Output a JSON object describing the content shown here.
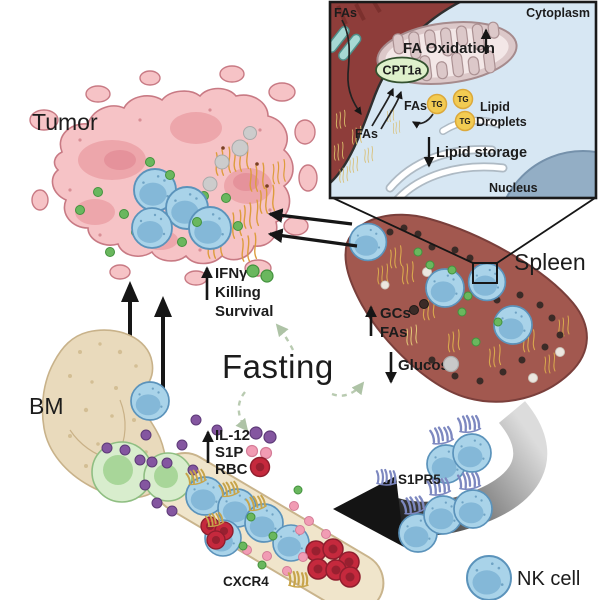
{
  "inset": {
    "fas_membrane": "FAs",
    "cytoplasm_label": "Cytoplasm",
    "fa_oxidation_label": "FA Oxidation",
    "cpt1a_label": "CPT1a",
    "fas_inner_label": "FAs",
    "fas_pool_label": "FAs",
    "tg_label": "TG",
    "lipid_droplets_line1": "Lipid",
    "lipid_droplets_line2": "Droplets",
    "lipid_storage_label": "Lipid storage",
    "nucleus_label": "Nucleus"
  },
  "organs": {
    "tumor_label": "Tumor",
    "spleen_label": "Spleen",
    "bm_label": "BM"
  },
  "fasting": {
    "label": "Fasting",
    "color": "#56b158"
  },
  "tumor_effects": {
    "ifng": "IFNγ",
    "killing": "Killing",
    "survival": "Survival"
  },
  "spleen_effects": {
    "gcs": "GCs",
    "fas": "FAs",
    "glucose": "Glucose"
  },
  "bm_effects": {
    "il12": "IL-12",
    "s1p": "S1P",
    "rbc": "RBC"
  },
  "receptors": {
    "s1pr5_label": "S1PR5",
    "cxcr4_label": "CXCR4"
  },
  "legend": {
    "nk_cell_label": "NK cell"
  },
  "colors": {
    "nk_cell_fill": "#a9d3e9",
    "spleen_fill": "#a2584f",
    "tumor_fill": "#f6c3c6",
    "bone_fill": "#e9dabc",
    "il12_purple": "#8456a0",
    "s1p_pink": "#f19cb4",
    "rbc_red": "#c5293d",
    "gc_black": "#3b2b27",
    "fa_yellow": "#d9a84e",
    "ifng_green": "#6ab75e"
  }
}
